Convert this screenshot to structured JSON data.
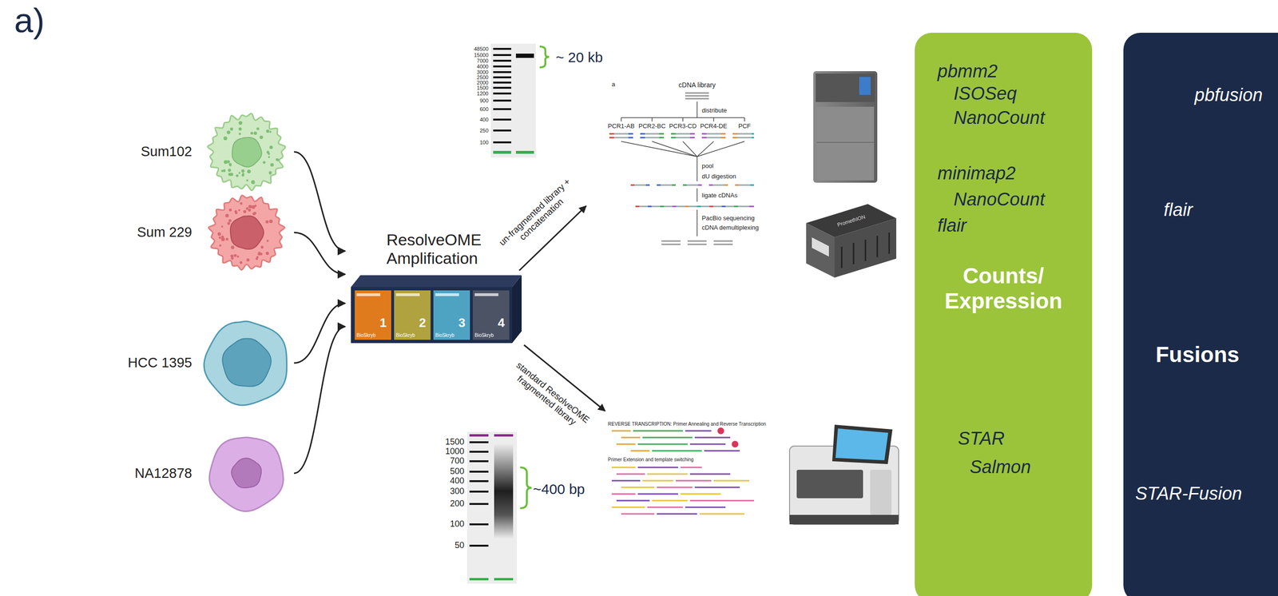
{
  "diagram": {
    "nodes": [
      {
        "text": [
          "Sum102"
        ]
      },
      {
        "text": [
          "Sum 229"
        ]
      },
      {
        "text": [
          "HCC 1395"
        ]
      },
      {
        "text": [
          "NA12878"
        ]
      },
      {
        "text": [
          "ResolveOME Amplification"
        ]
      },
      {
        "text": [
          "pbmm2",
          "ISOSeq",
          "NanoCount",
          "minimap2",
          "NanoCount",
          "flair",
          "Counts/ Expression",
          "STAR",
          "Salmon"
        ]
      },
      {
        "text": [
          "pbfusion",
          "flair",
          "Fusions",
          "STAR-Fusion"
        ]
      }
    ],
    "edges": [
      {
        "from": 0,
        "to": 4,
        "arrow": "to"
      },
      {
        "from": 1,
        "to": 4,
        "arrow": "to"
      },
      {
        "from": 2,
        "to": 4,
        "arrow": "to"
      },
      {
        "from": 3,
        "to": 4,
        "arrow": "to"
      }
    ],
    "labels": [
      "a)",
      "48500",
      "15000",
      "7000",
      "4000",
      "3000",
      "2500",
      "2000",
      "1500",
      "1200",
      "900",
      "600",
      "400",
      "250",
      "100",
      "~ 20 kb",
      "1500",
      "1000",
      "700",
      "500",
      "400",
      "300",
      "200",
      "100",
      "50",
      "~400 bp",
      "un-fragmented library + concatenation",
      "standard ResolveOME fragmented library",
      "a",
      "cDNA library",
      "distribute",
      "PCR1-AB",
      "PCR2-BC",
      "PCR3-CD",
      "PCR4-DE",
      "PCF",
      "pool",
      "dU digestion",
      "ligate cDNAs",
      "PacBio sequencing",
      "cDNA demultiplexing",
      "REVERSE TRANSCRIPTION: Primer Annealing and Reverse Transcription",
      "Primer Extension and template switching",
      "1",
      "2",
      "3",
      "4",
      "BioSkryb",
      "BioSkryb",
      "BioSkryb",
      "BioSkryb",
      "PromethION"
    ]
  }
}
